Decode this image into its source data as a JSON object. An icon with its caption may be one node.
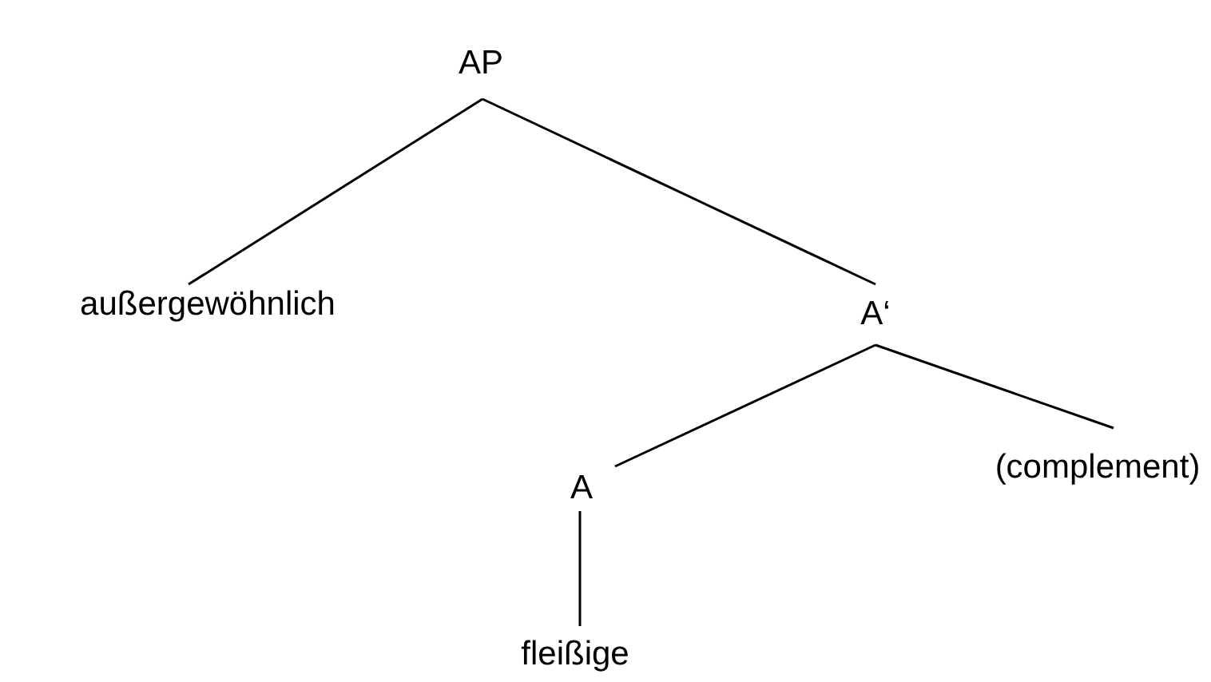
{
  "diagram": {
    "nodes": [
      {
        "text": [
          "AP"
        ]
      },
      {
        "text": [
          "außergewöhnlich"
        ]
      },
      {
        "text": [
          "A‘"
        ]
      },
      {
        "text": [
          "A"
        ]
      },
      {
        "text": [
          "(complement)"
        ]
      },
      {
        "text": [
          "fleißige"
        ]
      }
    ],
    "edges": [
      {
        "from": 0,
        "to": 1,
        "arrow": "none"
      },
      {
        "from": 0,
        "to": 2,
        "arrow": "none"
      },
      {
        "from": 2,
        "to": 3,
        "arrow": "none"
      },
      {
        "from": 2,
        "to": 4,
        "arrow": "none"
      },
      {
        "from": 3,
        "to": 5,
        "arrow": "none"
      }
    ]
  }
}
